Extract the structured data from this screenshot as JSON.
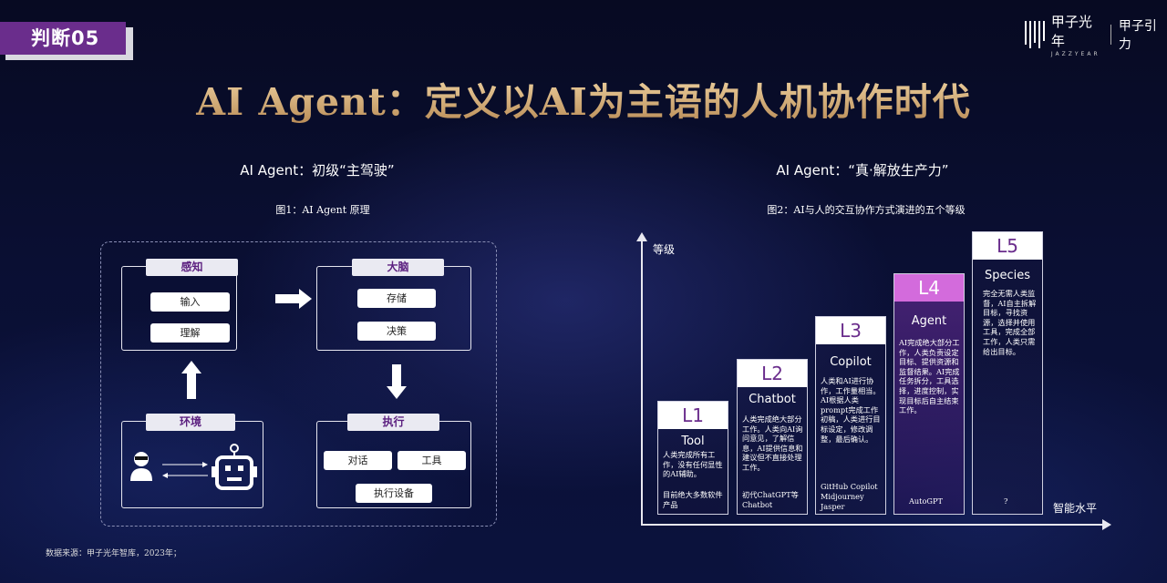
{
  "tag": "判断05",
  "logo": {
    "cn": "甲子光年",
    "en": "JAZZYEAR",
    "right": "甲子引力"
  },
  "title": "AI Agent：定义以AI为主语的人机协作时代",
  "left": {
    "subtitle": "AI Agent：初级“主驾驶”",
    "caption": "图1：AI Agent 原理",
    "perception": {
      "label": "感知",
      "items": [
        "输入",
        "理解"
      ]
    },
    "brain": {
      "label": "大脑",
      "items": [
        "存储",
        "决策"
      ]
    },
    "environment": {
      "label": "环境"
    },
    "execution": {
      "label": "执行",
      "items": [
        "对话",
        "工具",
        "执行设备"
      ]
    }
  },
  "right": {
    "subtitle": "AI Agent：“真·解放生产力”",
    "caption": "图2：AI与人的交互协作方式演进的五个等级",
    "y_label": "等级",
    "x_label": "智能水平",
    "levels": [
      {
        "id": "L1",
        "name": "Tool",
        "desc": "人类完成所有工作，没有任何显性的AI辅助。",
        "examples": "目前绝大多数软件产品"
      },
      {
        "id": "L2",
        "name": "Chatbot",
        "desc": "人类完成绝大部分工作。人类向AI询问意见，了解信息，AI提供信息和建议但不直接处理工作。",
        "examples": "初代ChatGPT等Chatbot"
      },
      {
        "id": "L3",
        "name": "Copilot",
        "desc": "人类和AI进行协作，工作量相当。AI根据人类prompt完成工作初稿，人类进行目标设定，修改调整，最后确认。",
        "examples": "GitHub Copilot Midjourney Jasper"
      },
      {
        "id": "L4",
        "name": "Agent",
        "desc": "AI完成绝大部分工作，人类负责设定目标、提供资源和监督结果。AI完成任务拆分，工具选择，进度控制，实现目标后自主结束工作。",
        "examples": "AutoGPT"
      },
      {
        "id": "L5",
        "name": "Species",
        "desc": "完全无需人类监督，AI自主拆解目标，寻找资源，选择并使用工具，完成全部工作，人类只需给出目标。",
        "examples": "?"
      }
    ]
  },
  "note": "数据来源：甲子光年智库，2023年；",
  "colors": {
    "accent": "#6a2d8c",
    "highlight": "#d36bdc",
    "title_gold": "#d9b685"
  }
}
